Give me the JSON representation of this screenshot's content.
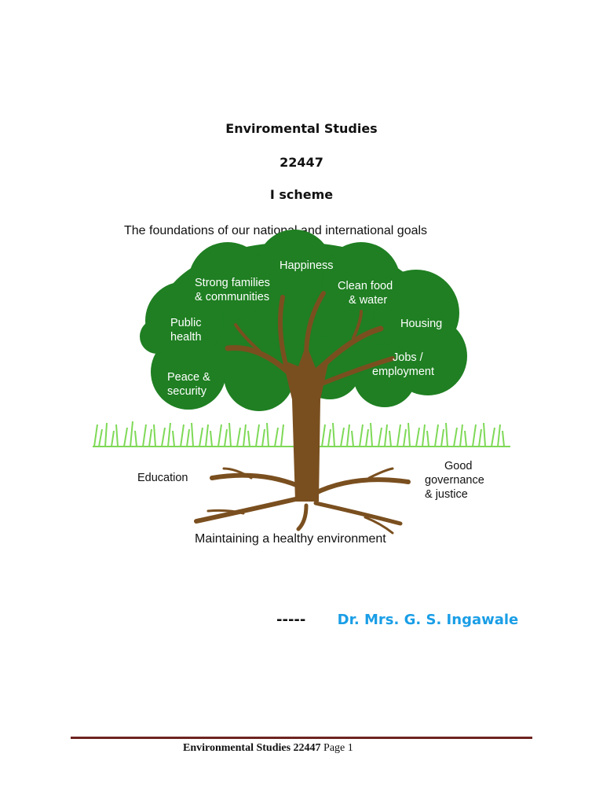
{
  "title": {
    "subject": "Enviromental Studies",
    "code": "22447",
    "scheme": "I scheme"
  },
  "figure": {
    "caption_top": "The foundations of our national and international goals",
    "caption_bottom": "Maintaining a healthy environment",
    "canopy_labels": [
      "Happiness",
      "Strong families",
      "& communities",
      "Clean food",
      "& water",
      "Public",
      "health",
      "Housing",
      "Jobs /",
      "employment",
      "Peace &",
      "security"
    ],
    "root_labels": [
      "Education",
      "Good",
      "governance",
      "& justice"
    ],
    "colors": {
      "canopy": "#1f7f22",
      "trunk": "#7a4f1f",
      "grass": "#7ed957"
    }
  },
  "author": {
    "dashes": "-----",
    "name": "Dr. Mrs. G. S. Ingawale"
  },
  "footer": {
    "title": "Environmental Studies 22447",
    "page": "Page 1"
  }
}
